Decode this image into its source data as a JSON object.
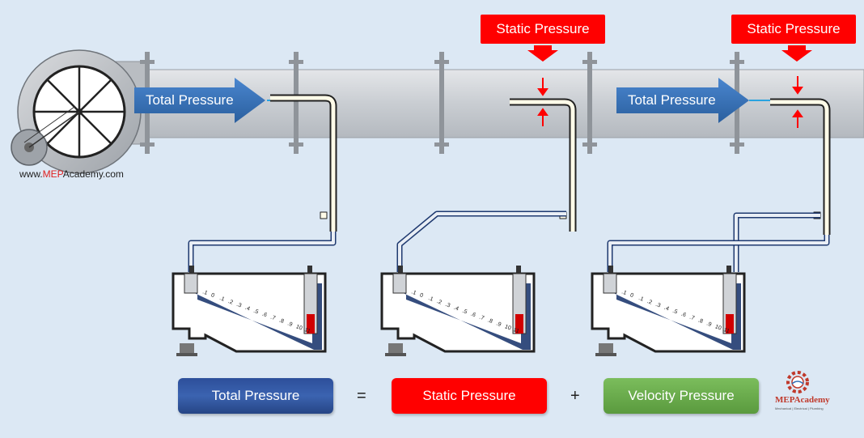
{
  "website": {
    "prefix": "www.",
    "brand": "MEP",
    "suffix": "Academy.com"
  },
  "labels": {
    "static_1": "Static Pressure",
    "static_2": "Static Pressure",
    "total_1": "Total Pressure",
    "total_2": "Total Pressure"
  },
  "equation": {
    "total": "Total Pressure",
    "equals": "=",
    "static": "Static Pressure",
    "plus": "+",
    "velocity": "Velocity Pressure"
  },
  "gauge_scale": [
    ".1",
    "0",
    ".1",
    ".2",
    ".3",
    ".4",
    ".5",
    ".6",
    ".7",
    ".8",
    ".9",
    "10",
    "11"
  ],
  "logo": {
    "name": "MEPAcademy",
    "tagline": "Mechanical | Electrical | Plumbing"
  },
  "colors": {
    "background": "#dce8f4",
    "duct": "#cfd3d8",
    "static_red": "#ff0000",
    "total_blue": "#2e6db5",
    "velocity_green": "#6aa84f",
    "gauge_navy": "#1f3a70"
  }
}
